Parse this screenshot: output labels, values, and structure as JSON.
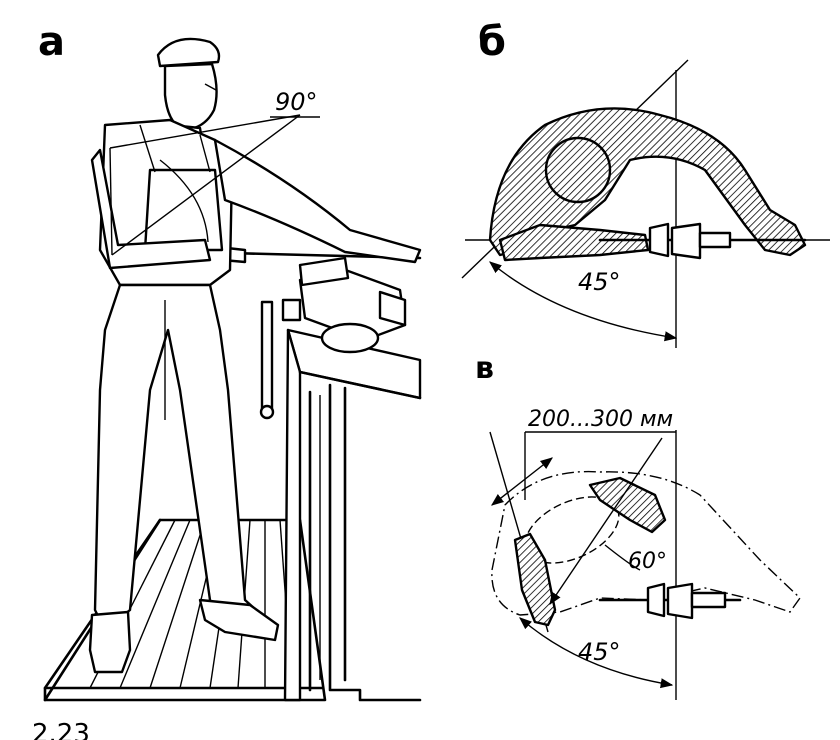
{
  "panels": {
    "a": {
      "label": "а",
      "angle_label": "90°"
    },
    "b": {
      "label": "б",
      "angle_label": "45°"
    },
    "v": {
      "label": "в",
      "distance_label": "200...300 мм",
      "angle_label_1": "60°",
      "angle_label_2": "45°"
    }
  },
  "caption": "2.23"
}
